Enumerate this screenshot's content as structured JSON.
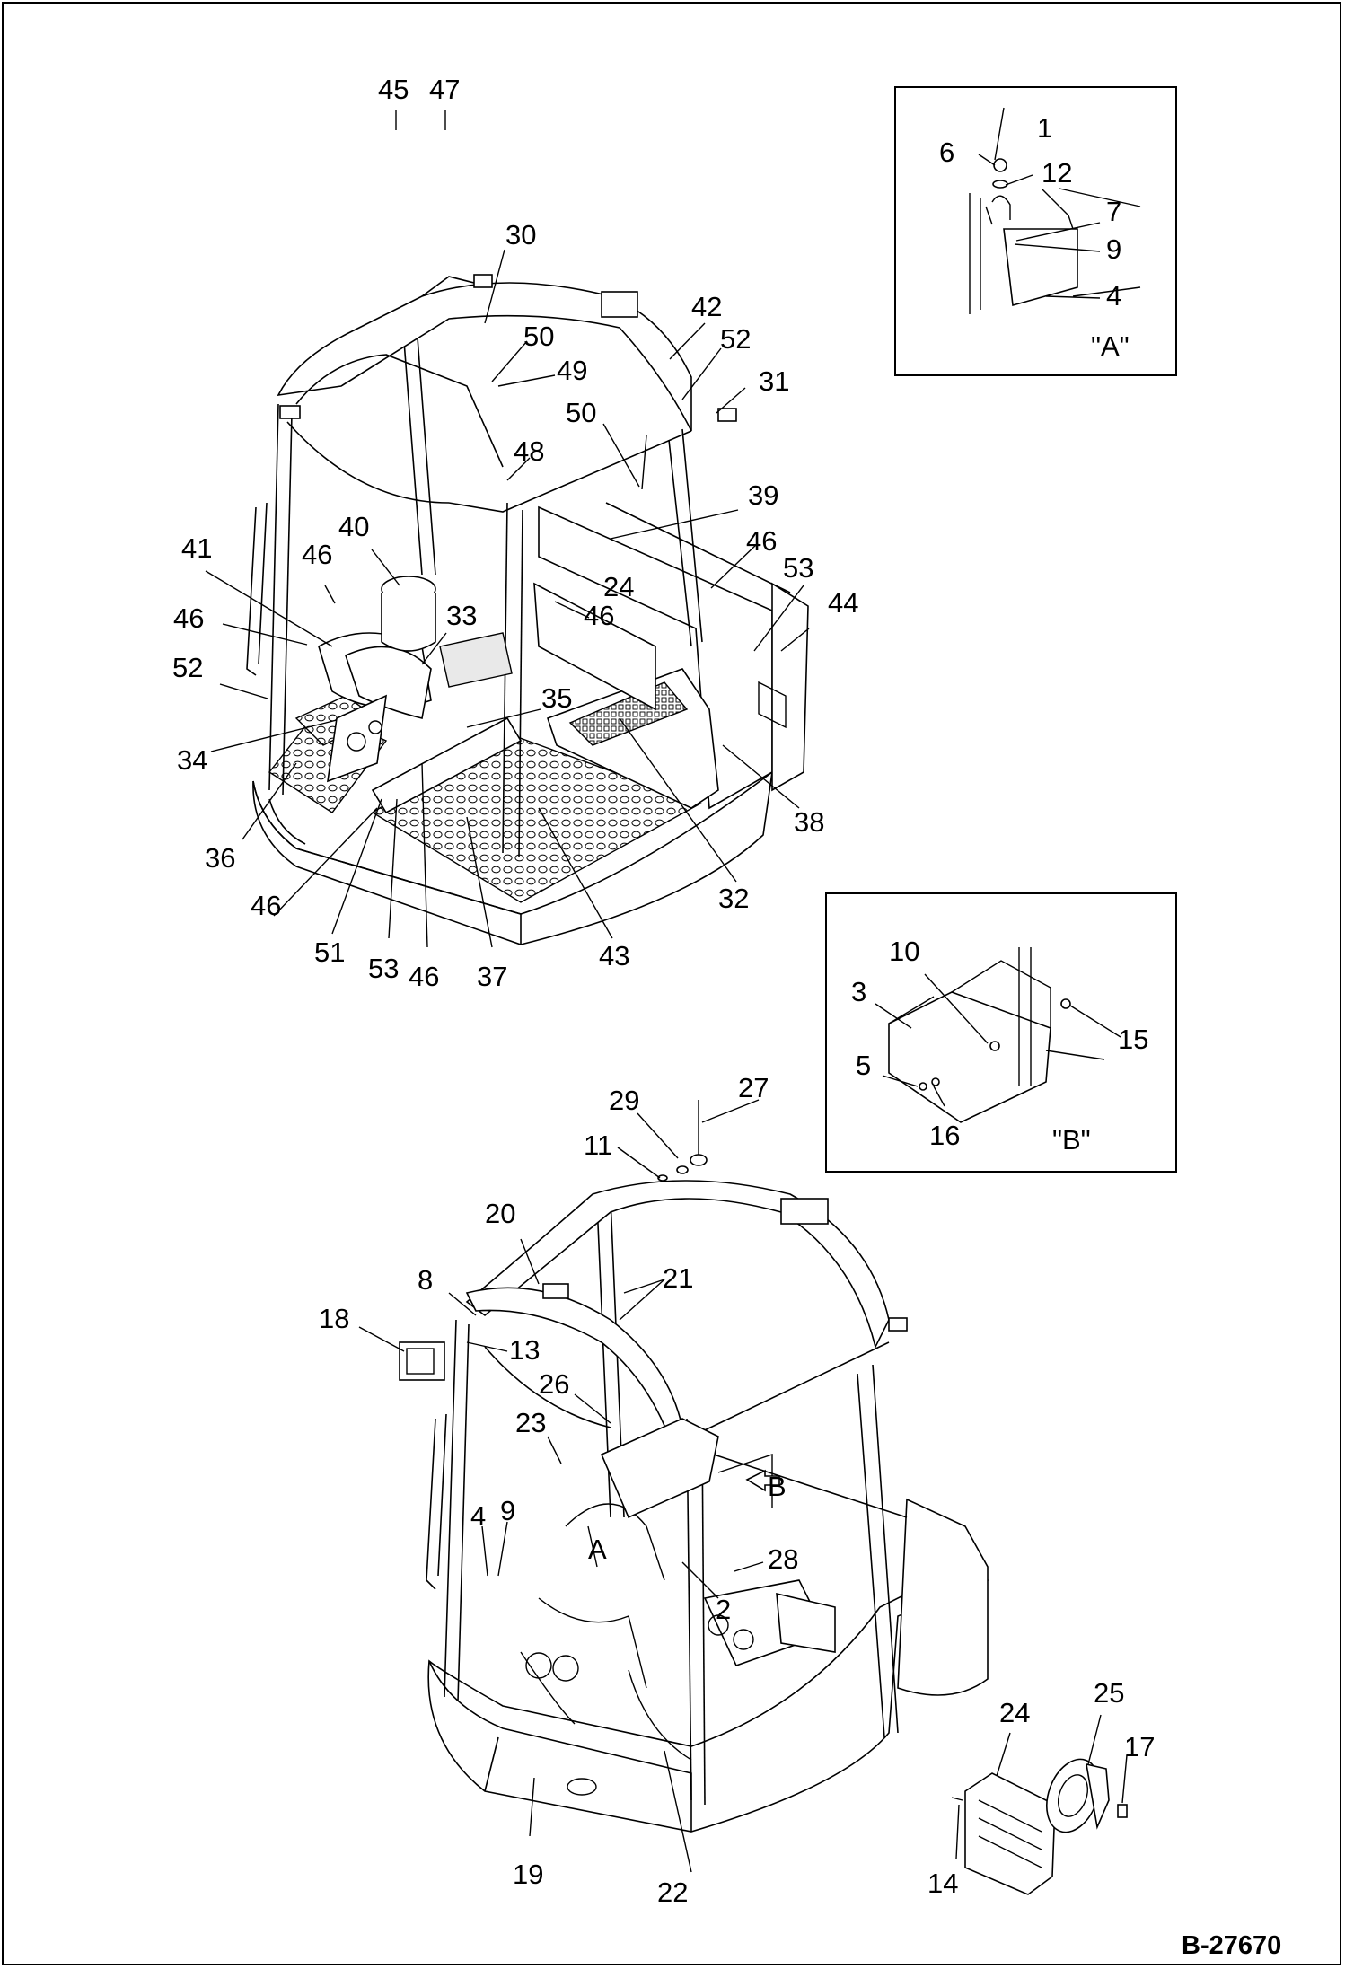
{
  "document_id": "B-27670",
  "detail_a": {
    "caption": "\"A\"",
    "callouts": [
      "1",
      "6",
      "12",
      "7",
      "9",
      "4"
    ]
  },
  "detail_b": {
    "caption": "\"B\"",
    "callouts": [
      "10",
      "3",
      "15",
      "5",
      "16"
    ]
  },
  "upper_view_callouts": [
    "45",
    "47",
    "30",
    "42",
    "50",
    "52",
    "49",
    "31",
    "50",
    "48",
    "39",
    "41",
    "40",
    "46",
    "46",
    "53",
    "24",
    "44",
    "46",
    "33",
    "46",
    "52",
    "35",
    "34",
    "38",
    "36",
    "32",
    "46",
    "51",
    "53",
    "46",
    "37",
    "43"
  ],
  "lower_view_callouts": [
    "29",
    "27",
    "11",
    "20",
    "21",
    "8",
    "18",
    "13",
    "26",
    "23",
    "B",
    "4",
    "9",
    "A",
    "28",
    "2",
    "25",
    "24",
    "17",
    "19",
    "22",
    "14"
  ]
}
